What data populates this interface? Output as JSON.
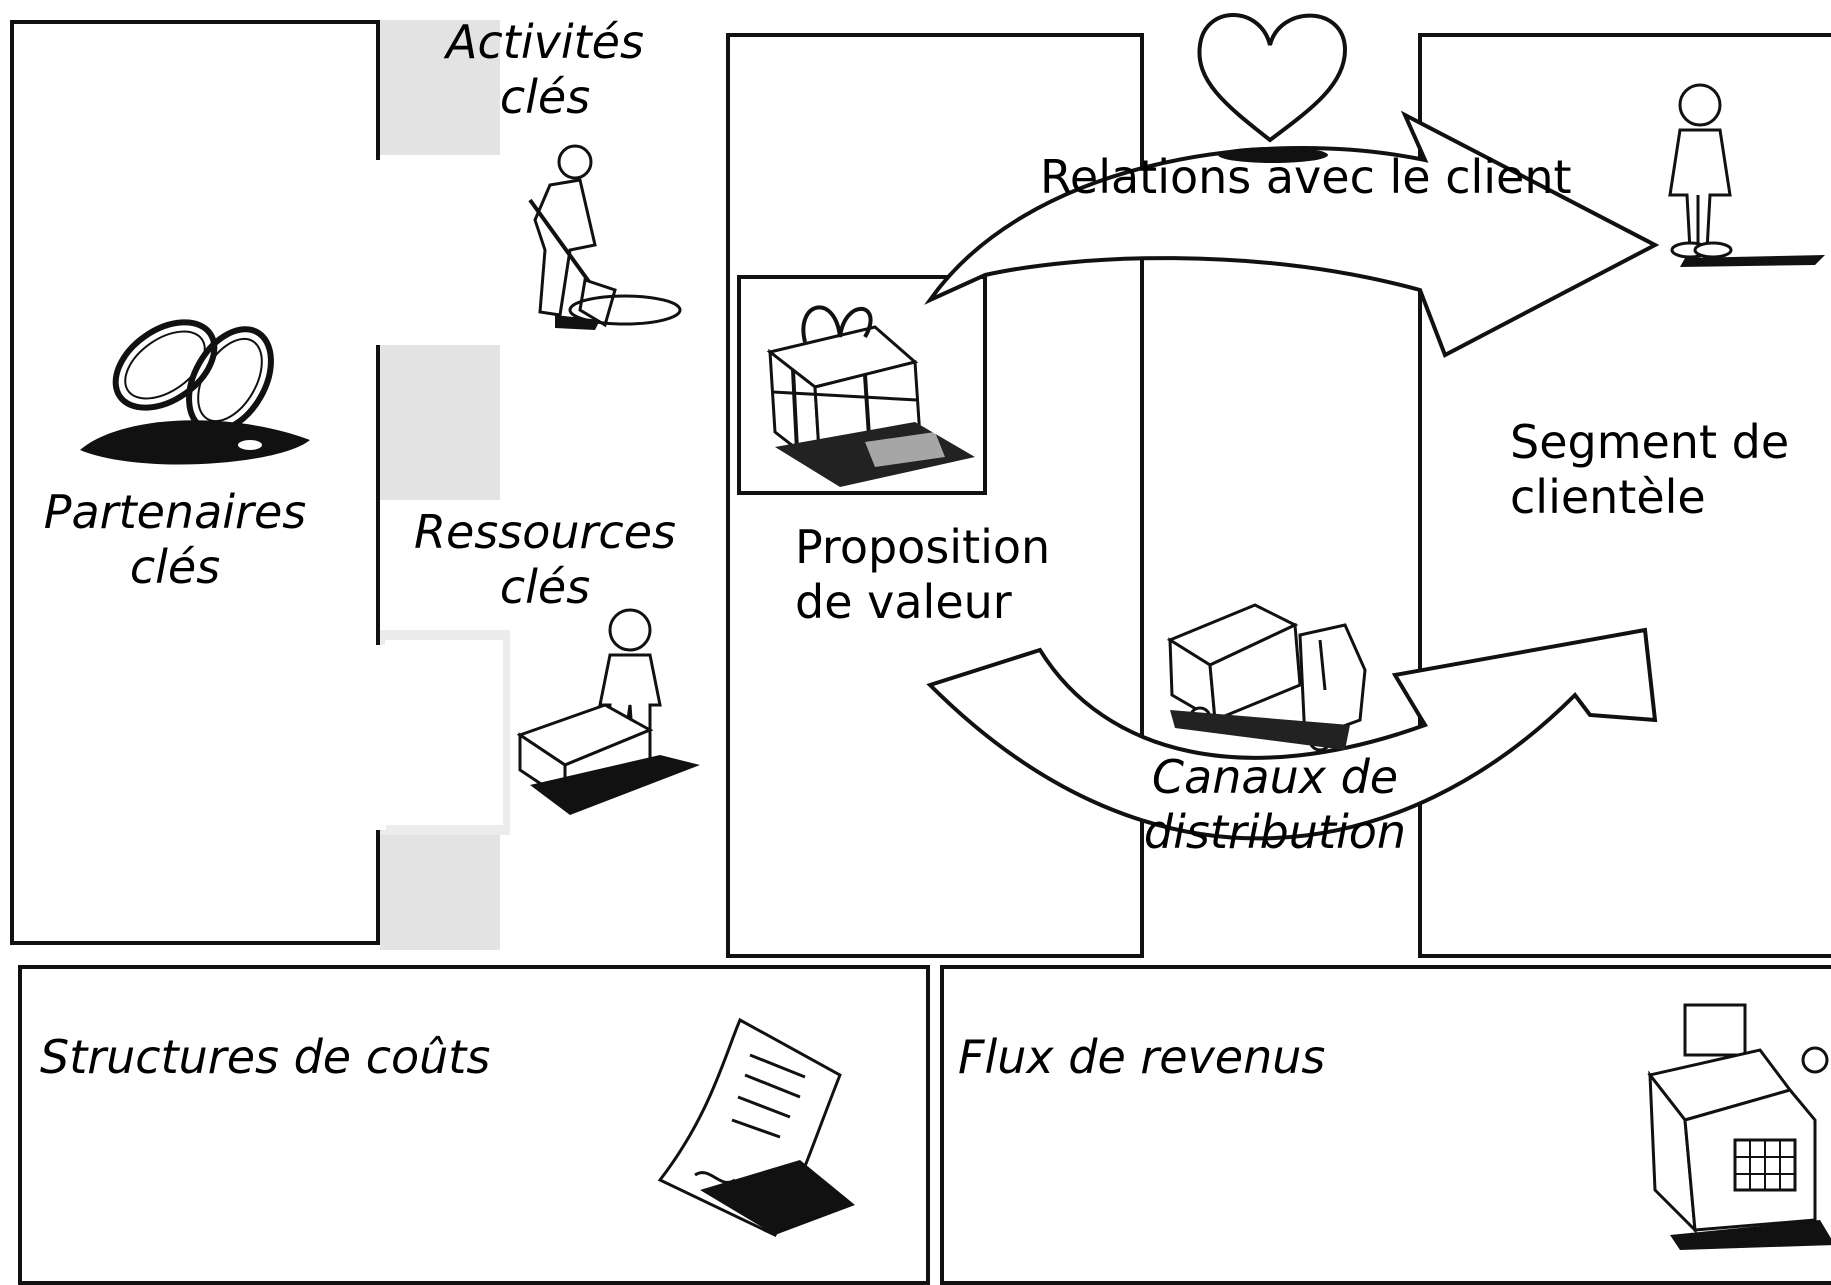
{
  "canvas": {
    "partenaires_cles": "Partenaires clés",
    "activites_cles": "Activités clés",
    "ressources_cles": "Ressources clés",
    "proposition_de_valeur": "Proposition de valeur",
    "relations_avec_le_client": "Relations avec le client",
    "canaux_de_distribution": "Canaux de distribution",
    "segment_de_clientele": "Segment de clientèle",
    "structures_de_couts": "Structures de coûts",
    "flux_de_revenus": "Flux de revenus"
  },
  "icons": [
    "rings-icon",
    "digging-person-icon",
    "worker-bench-icon",
    "gift-icon",
    "heart-icon",
    "standing-person-icon",
    "truck-icon",
    "receipt-icon",
    "cash-register-icon"
  ],
  "colors": {
    "line": "#111111",
    "panel_gray": "#e3e3e3",
    "background": "#ffffff"
  }
}
